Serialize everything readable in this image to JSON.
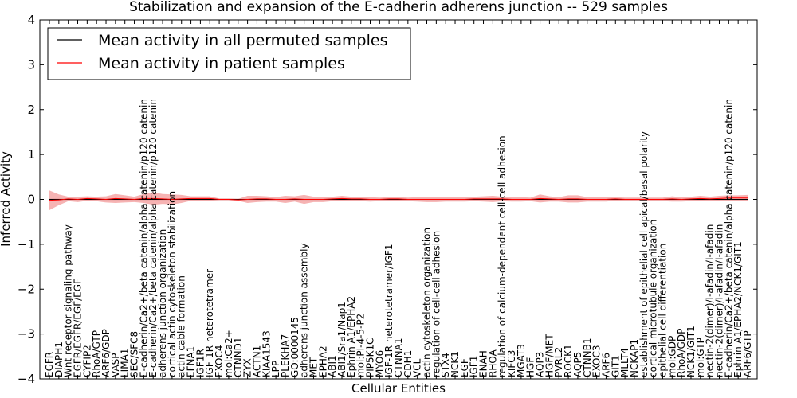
{
  "chart_data": {
    "type": "line",
    "title": "Stabilization and expansion of the E-cadherin adherens junction -- 529 samples",
    "xlabel": "Cellular Entities",
    "ylabel": "Inferred Activity",
    "ylim": [
      -4,
      4
    ],
    "yticks": [
      -4,
      -3,
      -2,
      -1,
      0,
      1,
      2,
      3,
      4
    ],
    "legend_position": "top-left",
    "grid": false,
    "categories": [
      "EGFR",
      "DIAPH1",
      "Wnt receptor signaling pathway",
      "EGFR/EGFR/EGF/EGF",
      "CYFIP2",
      "RhoA/GTP",
      "ARF6/GDP",
      "VASP",
      "LIMA1",
      "SEC/SFC8",
      "E-cadherin/Ca2+/beta catenin/alpha catenin/p120 catenin",
      "E-cadherin/Ca2+/beta catenin/alpha catenin/p120 catenin",
      "adherens junction organization",
      "cortical actin cytoskeleton stabilization",
      "actin cable formation",
      "EFNA1",
      "IGF1R",
      "IGF-1R heterotetramer",
      "EXOC4",
      "mol:Ca2+",
      "CTNND1",
      "ZYX",
      "ACTN1",
      "KIAA1543",
      "LPP",
      "PLEKHA7",
      "GO:0000145",
      "adherens junction assembly",
      "MET",
      "EPHA2",
      "ABI1",
      "ABI1/Sra1/Nap1",
      "Ephrin A1/EPHA2",
      "mol:PI-4-5-P2",
      "PIP5K1C",
      "MYO6",
      "IGF-1R heterotetramer/IGF1",
      "CTNNA1",
      "CDH1",
      "VCL",
      "actin cytoskeleton organization",
      "regulation of cell-cell adhesion",
      "STX4",
      "NCK1",
      "EGF",
      "IGF1",
      "ENAH",
      "RHOA",
      "regulation of calcium-dependent cell-cell adhesion",
      "KIFC3",
      "MGAT3",
      "HGF",
      "AQP3",
      "HGF/MET",
      "PVRL2",
      "ROCK1",
      "AQP5",
      "CTNNB1",
      "EXOC3",
      "ARF6",
      "GIT1",
      "MLLT4",
      "NCKAP1",
      "establishment of epithelial cell apical/basal polarity",
      "cortical microtubule organization",
      "epithelial cell differentiation",
      "mol:GDP",
      "RhoA/GDP",
      "NCK1/GIT1",
      "mol:GTP",
      "nectin-2(dimer)/I-afadin/I-afadin",
      "nectin-2(dimer)/I-afadin/I-afadin",
      "E-cadherin/Ca2+/beta catenin/alpha catenin/p120 catenin",
      "Ephrin A1/EPHA2/NCK1/GIT1",
      "ARF6/GTP"
    ],
    "series": [
      {
        "name": "Mean activity in all permuted samples",
        "color": "#000000",
        "values": [
          0,
          0,
          0,
          0,
          0,
          0,
          0,
          0,
          0,
          0,
          0,
          0,
          0,
          0,
          0,
          0,
          0,
          0,
          0,
          0,
          0,
          0,
          0,
          0,
          0,
          0,
          0,
          0,
          0,
          0,
          0,
          0,
          0,
          0,
          0,
          0,
          0,
          0,
          0,
          0,
          0,
          0,
          0,
          0,
          0,
          0,
          0,
          0,
          0,
          0,
          0,
          0,
          0,
          0,
          0,
          0,
          0,
          0,
          0,
          0,
          0,
          0,
          0,
          0,
          0,
          0,
          0,
          0,
          0,
          0,
          0,
          0,
          0,
          0,
          0
        ],
        "band": [
          0.02,
          0.03,
          0.02,
          0.02,
          0.02,
          0.02,
          0.02,
          0.02,
          0.02,
          0.02,
          0.02,
          0.02,
          0.02,
          0.02,
          0.02,
          0.02,
          0.02,
          0.02,
          0.02,
          0.02,
          0.02,
          0.02,
          0.02,
          0.02,
          0.02,
          0.02,
          0.02,
          0.02,
          0.02,
          0.02,
          0.02,
          0.02,
          0.02,
          0.02,
          0.02,
          0.02,
          0.02,
          0.02,
          0.02,
          0.02,
          0.02,
          0.02,
          0.02,
          0.02,
          0.02,
          0.02,
          0.02,
          0.02,
          0.02,
          0.02,
          0.02,
          0.02,
          0.02,
          0.02,
          0.02,
          0.02,
          0.02,
          0.02,
          0.02,
          0.02,
          0.02,
          0.02,
          0.02,
          0.02,
          0.02,
          0.02,
          0.02,
          0.02,
          0.02,
          0.02,
          0.02,
          0.02,
          0.02,
          0.02,
          0.02
        ]
      },
      {
        "name": "Mean activity in patient samples",
        "color": "#ff0000",
        "band_color": "#f08080",
        "values": [
          -0.02,
          -0.01,
          0.01,
          0.0,
          0.02,
          0.01,
          0.0,
          0.02,
          0.01,
          0.0,
          0.02,
          0.02,
          0.01,
          0.0,
          0.01,
          0.02,
          0.02,
          0.02,
          0.0,
          0.0,
          -0.01,
          0.0,
          0.01,
          0.01,
          0.0,
          0.0,
          0.01,
          0.0,
          0.0,
          0.0,
          0.01,
          0.02,
          0.01,
          0.01,
          0.0,
          0.0,
          0.01,
          0.01,
          0.0,
          0.0,
          0.0,
          0.0,
          0.0,
          0.0,
          0.0,
          0.01,
          0.01,
          0.01,
          0.01,
          0.0,
          0.0,
          0.0,
          0.02,
          0.01,
          0.0,
          0.01,
          0.01,
          0.0,
          0.0,
          0.0,
          0.01,
          0.0,
          0.0,
          0.0,
          0.0,
          0.0,
          0.01,
          0.0,
          0.01,
          0.02,
          0.01,
          0.02,
          0.03,
          0.03,
          0.03
        ],
        "band": [
          0.22,
          0.12,
          0.05,
          0.06,
          0.05,
          0.05,
          0.07,
          0.1,
          0.08,
          0.06,
          0.1,
          0.14,
          0.11,
          0.11,
          0.09,
          0.05,
          0.05,
          0.05,
          0.02,
          0.02,
          0.02,
          0.08,
          0.07,
          0.06,
          0.05,
          0.08,
          0.06,
          0.1,
          0.06,
          0.06,
          0.05,
          0.06,
          0.05,
          0.05,
          0.05,
          0.04,
          0.04,
          0.04,
          0.04,
          0.05,
          0.06,
          0.06,
          0.05,
          0.05,
          0.05,
          0.05,
          0.06,
          0.07,
          0.05,
          0.05,
          0.05,
          0.04,
          0.09,
          0.06,
          0.05,
          0.08,
          0.08,
          0.05,
          0.05,
          0.05,
          0.04,
          0.04,
          0.04,
          0.04,
          0.04,
          0.04,
          0.06,
          0.05,
          0.05,
          0.06,
          0.05,
          0.06,
          0.06,
          0.06,
          0.07
        ]
      }
    ]
  }
}
